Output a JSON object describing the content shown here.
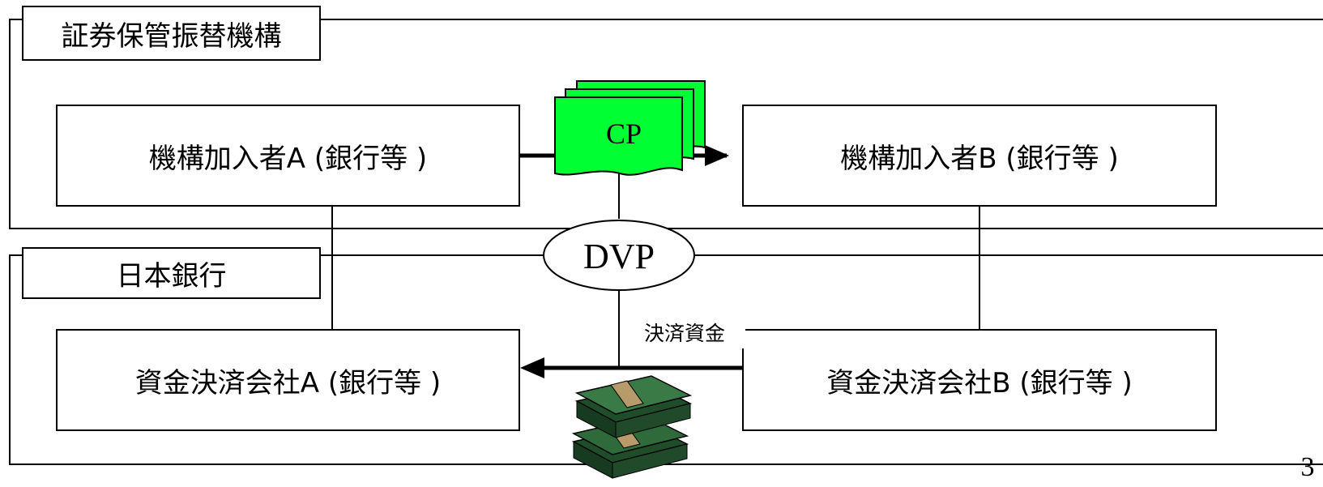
{
  "diagram": {
    "org_jasdec": {
      "label": "証券保管振替機構"
    },
    "org_boj": {
      "label": "日本銀行"
    },
    "participant_a": {
      "label": "機構加入者A (銀行等 )"
    },
    "participant_b": {
      "label": "機構加入者B (銀行等 )"
    },
    "settlement_a": {
      "label": "資金決済会社A (銀行等 )"
    },
    "settlement_b": {
      "label": "資金決済会社B (銀行等 )"
    },
    "cp_document": {
      "label": "CP"
    },
    "dvp": {
      "label": "DVP"
    },
    "funds_label": "決済資金",
    "page_number": "3"
  },
  "colors": {
    "cp_green": "#00ff33",
    "cash_green": "#2f6b3a",
    "line": "#000000"
  },
  "icons": {
    "cp": "document-stack-icon",
    "cash": "money-stack-icon"
  }
}
